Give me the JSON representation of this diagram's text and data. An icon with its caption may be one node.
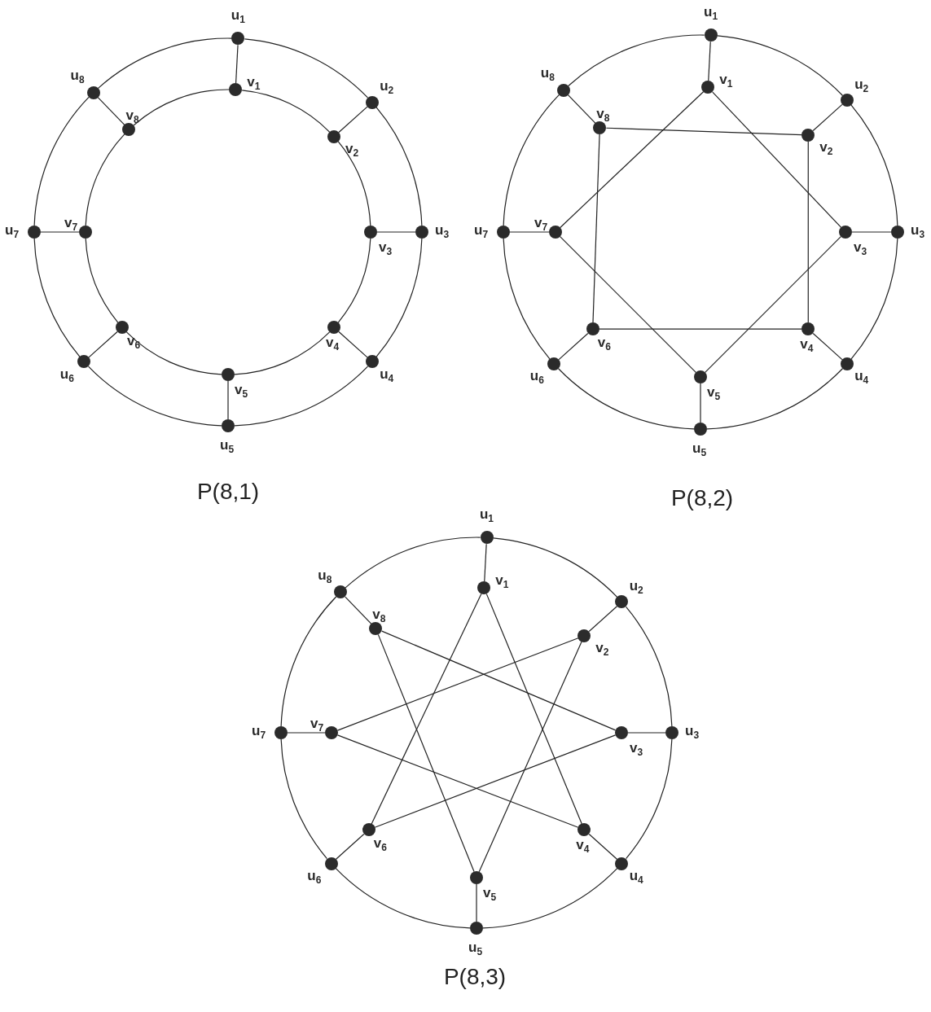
{
  "diagram": {
    "nodes": [
      {
        "text": [],
        "shape": "circle",
        "beside": [
          "u$_{1}$"
        ]
      },
      {
        "text": [],
        "shape": "circle",
        "beside": [
          "u$_{2}$"
        ]
      },
      {
        "text": [],
        "shape": "circle",
        "beside": [
          "u$_{3}$"
        ]
      },
      {
        "text": [],
        "shape": "circle",
        "beside": [
          "u$_{4}$"
        ]
      },
      {
        "text": [],
        "shape": "circle",
        "beside": [
          "u$_{5}$"
        ]
      },
      {
        "text": [],
        "shape": "circle",
        "beside": [
          "u$_{6}$"
        ]
      },
      {
        "text": [],
        "shape": "circle",
        "beside": [
          "u$_{7}$"
        ]
      },
      {
        "text": [],
        "shape": "circle",
        "beside": [
          "u$_{8}$"
        ]
      },
      {
        "text": [],
        "shape": "circle",
        "beside": [
          "v$_{1}$"
        ]
      },
      {
        "text": [],
        "shape": "circle",
        "beside": [
          "v$_{2}$"
        ]
      },
      {
        "text": [],
        "shape": "circle",
        "beside": [
          "v$_{3}$"
        ]
      },
      {
        "text": [],
        "shape": "circle",
        "beside": [
          "v$_{4}$"
        ]
      },
      {
        "text": [],
        "shape": "circle",
        "beside": [
          "v$_{5}$"
        ]
      },
      {
        "text": [],
        "shape": "circle",
        "beside": [
          "v$_{6}$"
        ]
      },
      {
        "text": [],
        "shape": "circle",
        "beside": [
          "v$_{7}$"
        ]
      },
      {
        "text": [],
        "shape": "circle",
        "beside": [
          "v$_{8}$"
        ]
      },
      {
        "text": [],
        "shape": "circle",
        "beside": [
          "u$_{1}$"
        ]
      },
      {
        "text": [],
        "shape": "circle",
        "beside": [
          "u$_{2}$"
        ]
      },
      {
        "text": [],
        "shape": "circle",
        "beside": [
          "u$_{3}$"
        ]
      },
      {
        "text": [],
        "shape": "circle",
        "beside": [
          "u$_{4}$"
        ]
      },
      {
        "text": [],
        "shape": "circle",
        "beside": [
          "u$_{5}$"
        ]
      },
      {
        "text": [],
        "shape": "circle",
        "beside": [
          "u$_{6}$"
        ]
      },
      {
        "text": [],
        "shape": "circle",
        "beside": [
          "u$_{7}$"
        ]
      },
      {
        "text": [],
        "shape": "circle",
        "beside": [
          "u$_{8}$"
        ]
      },
      {
        "text": [],
        "shape": "circle",
        "beside": [
          "v$_{1}$"
        ]
      },
      {
        "text": [],
        "shape": "circle",
        "beside": [
          "v$_{2}$"
        ]
      },
      {
        "text": [],
        "shape": "circle",
        "beside": [
          "v$_{3}$"
        ]
      },
      {
        "text": [],
        "shape": "circle",
        "beside": [
          "v$_{4}$"
        ]
      },
      {
        "text": [],
        "shape": "circle",
        "beside": [
          "v$_{5}$"
        ]
      },
      {
        "text": [],
        "shape": "circle",
        "beside": [
          "v$_{6}$"
        ]
      },
      {
        "text": [],
        "shape": "circle",
        "beside": [
          "v$_{7}$"
        ]
      },
      {
        "text": [],
        "shape": "circle",
        "beside": [
          "v$_{8}$"
        ]
      },
      {
        "text": [],
        "shape": "circle",
        "beside": [
          "u$_{1}$"
        ]
      },
      {
        "text": [],
        "shape": "circle",
        "beside": [
          "u$_{2}$"
        ]
      },
      {
        "text": [],
        "shape": "circle",
        "beside": [
          "u$_{3}$"
        ]
      },
      {
        "text": [],
        "shape": "circle",
        "beside": [
          "u$_{4}$"
        ]
      },
      {
        "text": [],
        "shape": "circle",
        "beside": [
          "u$_{5}$"
        ]
      },
      {
        "text": [],
        "shape": "circle",
        "beside": [
          "u$_{6}$"
        ]
      },
      {
        "text": [],
        "shape": "circle",
        "beside": [
          "u$_{7}$"
        ]
      },
      {
        "text": [],
        "shape": "circle",
        "beside": [
          "u$_{8}$"
        ]
      },
      {
        "text": [],
        "shape": "circle",
        "beside": [
          "v$_{1}$"
        ]
      },
      {
        "text": [],
        "shape": "circle",
        "beside": [
          "v$_{2}$"
        ]
      },
      {
        "text": [],
        "shape": "circle",
        "beside": [
          "v$_{3}$"
        ]
      },
      {
        "text": [],
        "shape": "circle",
        "beside": [
          "v$_{4}$"
        ]
      },
      {
        "text": [],
        "shape": "circle",
        "beside": [
          "v$_{5}$"
        ]
      },
      {
        "text": [],
        "shape": "circle",
        "beside": [
          "v$_{6}$"
        ]
      },
      {
        "text": [],
        "shape": "circle",
        "beside": [
          "v$_{7}$"
        ]
      },
      {
        "text": [],
        "shape": "circle",
        "beside": [
          "v$_{8}$"
        ]
      }
    ],
    "edges": [
      {
        "from": 0,
        "to": 1,
        "arrow": "none"
      },
      {
        "from": 1,
        "to": 2,
        "arrow": "none"
      },
      {
        "from": 2,
        "to": 3,
        "arrow": "none"
      },
      {
        "from": 3,
        "to": 4,
        "arrow": "none"
      },
      {
        "from": 4,
        "to": 5,
        "arrow": "none"
      },
      {
        "from": 5,
        "to": 6,
        "arrow": "none"
      },
      {
        "from": 6,
        "to": 7,
        "arrow": "none"
      },
      {
        "from": 7,
        "to": 0,
        "arrow": "none"
      },
      {
        "from": 0,
        "to": 8,
        "arrow": "none"
      },
      {
        "from": 1,
        "to": 9,
        "arrow": "none"
      },
      {
        "from": 2,
        "to": 10,
        "arrow": "none"
      },
      {
        "from": 3,
        "to": 11,
        "arrow": "none"
      },
      {
        "from": 4,
        "to": 12,
        "arrow": "none"
      },
      {
        "from": 5,
        "to": 13,
        "arrow": "none"
      },
      {
        "from": 6,
        "to": 14,
        "arrow": "none"
      },
      {
        "from": 7,
        "to": 15,
        "arrow": "none"
      },
      {
        "from": 8,
        "to": 9,
        "arrow": "none"
      },
      {
        "from": 9,
        "to": 10,
        "arrow": "none"
      },
      {
        "from": 10,
        "to": 11,
        "arrow": "none"
      },
      {
        "from": 11,
        "to": 12,
        "arrow": "none"
      },
      {
        "from": 12,
        "to": 13,
        "arrow": "none"
      },
      {
        "from": 13,
        "to": 14,
        "arrow": "none"
      },
      {
        "from": 14,
        "to": 15,
        "arrow": "none"
      },
      {
        "from": 15,
        "to": 8,
        "arrow": "none"
      },
      {
        "from": 16,
        "to": 17,
        "arrow": "none"
      },
      {
        "from": 17,
        "to": 18,
        "arrow": "none"
      },
      {
        "from": 18,
        "to": 19,
        "arrow": "none"
      },
      {
        "from": 19,
        "to": 20,
        "arrow": "none"
      },
      {
        "from": 20,
        "to": 21,
        "arrow": "none"
      },
      {
        "from": 21,
        "to": 22,
        "arrow": "none"
      },
      {
        "from": 22,
        "to": 23,
        "arrow": "none"
      },
      {
        "from": 23,
        "to": 16,
        "arrow": "none"
      },
      {
        "from": 16,
        "to": 24,
        "arrow": "none"
      },
      {
        "from": 17,
        "to": 25,
        "arrow": "none"
      },
      {
        "from": 18,
        "to": 26,
        "arrow": "none"
      },
      {
        "from": 19,
        "to": 27,
        "arrow": "none"
      },
      {
        "from": 20,
        "to": 28,
        "arrow": "none"
      },
      {
        "from": 21,
        "to": 29,
        "arrow": "none"
      },
      {
        "from": 22,
        "to": 30,
        "arrow": "none"
      },
      {
        "from": 23,
        "to": 31,
        "arrow": "none"
      },
      {
        "from": 24,
        "to": 26,
        "arrow": "none"
      },
      {
        "from": 25,
        "to": 27,
        "arrow": "none"
      },
      {
        "from": 26,
        "to": 28,
        "arrow": "none"
      },
      {
        "from": 27,
        "to": 29,
        "arrow": "none"
      },
      {
        "from": 28,
        "to": 30,
        "arrow": "none"
      },
      {
        "from": 29,
        "to": 31,
        "arrow": "none"
      },
      {
        "from": 30,
        "to": 24,
        "arrow": "none"
      },
      {
        "from": 31,
        "to": 25,
        "arrow": "none"
      },
      {
        "from": 32,
        "to": 33,
        "arrow": "none"
      },
      {
        "from": 33,
        "to": 34,
        "arrow": "none"
      },
      {
        "from": 34,
        "to": 35,
        "arrow": "none"
      },
      {
        "from": 35,
        "to": 36,
        "arrow": "none"
      },
      {
        "from": 36,
        "to": 37,
        "arrow": "none"
      },
      {
        "from": 37,
        "to": 38,
        "arrow": "none"
      },
      {
        "from": 38,
        "to": 39,
        "arrow": "none"
      },
      {
        "from": 39,
        "to": 32,
        "arrow": "none"
      },
      {
        "from": 32,
        "to": 40,
        "arrow": "none"
      },
      {
        "from": 33,
        "to": 41,
        "arrow": "none"
      },
      {
        "from": 34,
        "to": 42,
        "arrow": "none"
      },
      {
        "from": 35,
        "to": 43,
        "arrow": "none"
      },
      {
        "from": 36,
        "to": 44,
        "arrow": "none"
      },
      {
        "from": 37,
        "to": 45,
        "arrow": "none"
      },
      {
        "from": 38,
        "to": 46,
        "arrow": "none"
      },
      {
        "from": 39,
        "to": 47,
        "arrow": "none"
      },
      {
        "from": 40,
        "to": 43,
        "arrow": "none"
      },
      {
        "from": 41,
        "to": 44,
        "arrow": "none"
      },
      {
        "from": 42,
        "to": 45,
        "arrow": "none"
      },
      {
        "from": 43,
        "to": 46,
        "arrow": "none"
      },
      {
        "from": 44,
        "to": 47,
        "arrow": "none"
      },
      {
        "from": 45,
        "to": 40,
        "arrow": "none"
      },
      {
        "from": 46,
        "to": 41,
        "arrow": "none"
      },
      {
        "from": 47,
        "to": 42,
        "arrow": "none"
      }
    ],
    "labels": [
      "P(8,1)",
      "P(8,2)",
      "P(8,3)"
    ]
  }
}
